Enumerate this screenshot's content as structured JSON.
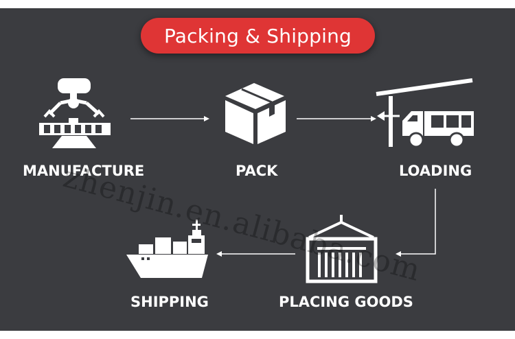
{
  "title": "Packing & Shipping",
  "steps": [
    {
      "label": "MANUFACTURE",
      "icon": "robotic-arm-conveyor-icon"
    },
    {
      "label": "PACK",
      "icon": "box-icon"
    },
    {
      "label": "LOADING",
      "icon": "truck-loading-dock-icon"
    },
    {
      "label": "PLACING GOODS",
      "icon": "shipping-container-crane-icon"
    },
    {
      "label": "SHIPPING",
      "icon": "cargo-ship-icon"
    }
  ],
  "watermark": "zhenjin.en.alibaba.com",
  "colors": {
    "background": "#3b3c40",
    "title_pill": "#df3535",
    "foreground": "#ffffff"
  }
}
